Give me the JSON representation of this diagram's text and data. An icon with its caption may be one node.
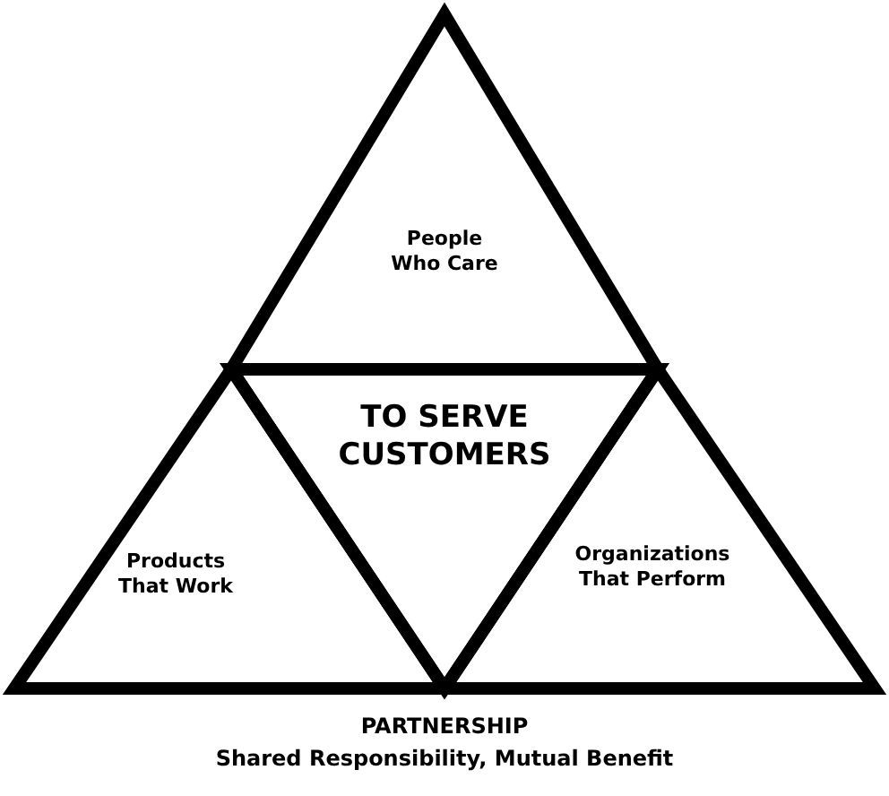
{
  "diagram": {
    "nodes": [
      {
        "text": [
          "People Who Care"
        ]
      },
      {
        "text": [
          "TO SERVE CUSTOMERS"
        ]
      },
      {
        "text": [
          "Products That Work"
        ]
      },
      {
        "text": [
          "Organizations That Perform"
        ]
      }
    ],
    "labels": [
      "PARTNERSHIP",
      "Shared Responsibility, Mutual Benefit"
    ]
  }
}
